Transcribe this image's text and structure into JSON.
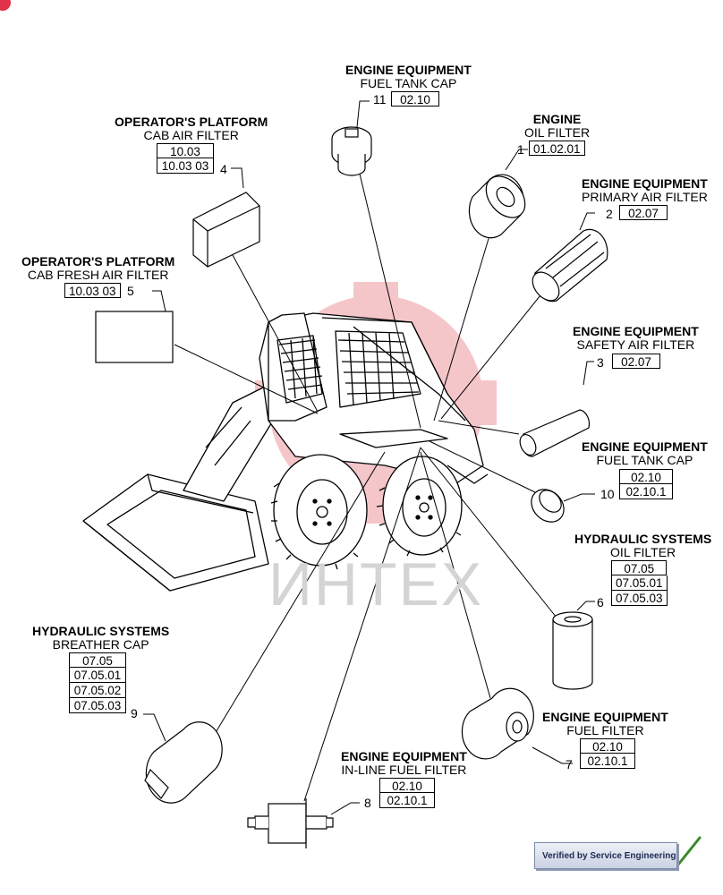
{
  "watermark": "ИНТЕХ",
  "verified_badge": "Verified by Service Engineering",
  "colors": {
    "watermark_logo": "#f2b9bd",
    "badge_text": "#1d2b52",
    "check": "#3a8a2a"
  },
  "callouts": {
    "c11": {
      "title": "ENGINE EQUIPMENT",
      "subtitle": "FUEL TANK CAP",
      "number": "11",
      "refs": [
        "02.10"
      ]
    },
    "c1": {
      "title": "ENGINE",
      "subtitle": "OIL FILTER",
      "number": "1",
      "refs": [
        "01.02.01"
      ]
    },
    "c4": {
      "title": "OPERATOR'S PLATFORM",
      "subtitle": "CAB AIR FILTER",
      "number": "4",
      "refs": [
        "10.03",
        "10.03 03"
      ]
    },
    "c2": {
      "title": "ENGINE EQUIPMENT",
      "subtitle": "PRIMARY AIR FILTER",
      "number": "2",
      "refs": [
        "02.07"
      ]
    },
    "c5": {
      "title": "OPERATOR'S PLATFORM",
      "subtitle": "CAB FRESH AIR FILTER",
      "number": "5",
      "refs": [
        "10.03 03"
      ]
    },
    "c3": {
      "title": "ENGINE EQUIPMENT",
      "subtitle": "SAFETY AIR FILTER",
      "number": "3",
      "refs": [
        "02.07"
      ]
    },
    "c10": {
      "title": "ENGINE EQUIPMENT",
      "subtitle": "FUEL TANK CAP",
      "number": "10",
      "refs": [
        "02.10",
        "02.10.1"
      ]
    },
    "c6": {
      "title": "HYDRAULIC SYSTEMS",
      "subtitle": "OIL FILTER",
      "number": "6",
      "refs": [
        "07.05",
        "07.05.01",
        "07.05.03"
      ]
    },
    "c9": {
      "title": "HYDRAULIC SYSTEMS",
      "subtitle": "BREATHER CAP",
      "number": "9",
      "refs": [
        "07.05",
        "07.05.01",
        "07.05.02",
        "07.05.03"
      ]
    },
    "c7": {
      "title": "ENGINE EQUIPMENT",
      "subtitle": "FUEL FILTER",
      "number": "7",
      "refs": [
        "02.10",
        "02.10.1"
      ]
    },
    "c8": {
      "title": "ENGINE EQUIPMENT",
      "subtitle": "IN-LINE FUEL FILTER",
      "number": "8",
      "refs": [
        "02.10",
        "02.10.1"
      ]
    }
  }
}
